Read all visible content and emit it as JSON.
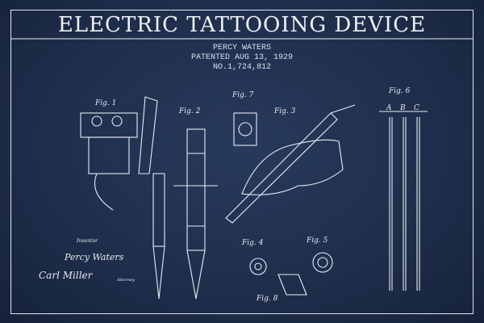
{
  "title": "ELECTRIC TATTOOING DEVICE",
  "inventor": "PERCY WATERS",
  "patent_date": "PATENTED AUG 13, 1929",
  "patent_number": "NO.1,724,812",
  "figures": [
    "Fig. 1",
    "Fig. 2",
    "Fig. 7",
    "Fig. 3",
    "Fig. 6",
    "Fig. 4",
    "Fig. 5",
    "Fig. 8"
  ],
  "fig6_labels": [
    "A",
    "B",
    "C"
  ],
  "signatures": {
    "inventor_label": "Inventor",
    "inventor": "Percy Waters",
    "attorney": "Carl Miller",
    "attorney_label": "Attorney"
  },
  "colors": {
    "background": "#1e2d4a",
    "ink": "#e6ecf2"
  }
}
